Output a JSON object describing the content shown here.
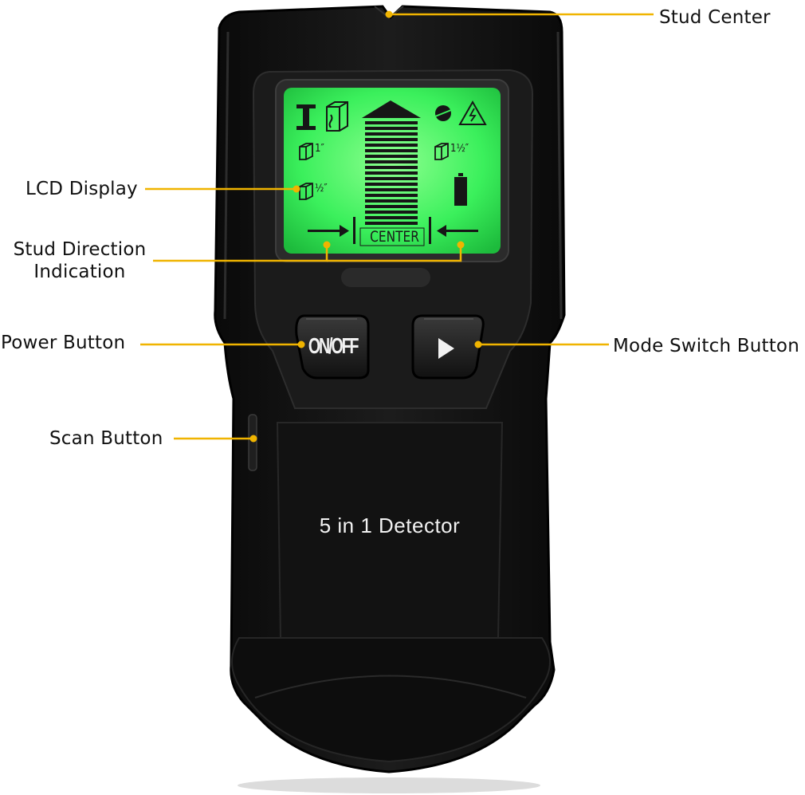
{
  "callouts": {
    "stud_center": "Stud Center",
    "lcd_display": "LCD Display",
    "stud_direction_line1": "Stud Direction",
    "stud_direction_line2": "Indication",
    "power_button": "Power Button",
    "mode_switch_button": "Mode Switch Button",
    "scan_button": "Scan Button"
  },
  "device": {
    "label": "5 in 1 Detector",
    "power_button_text": "ON/OFF",
    "mode_button_icon": "play-triangle-icon",
    "lcd": {
      "center_text": "CENTER",
      "depth_left_top": "1″",
      "depth_left_bottom": "½″",
      "depth_right": "1½″",
      "icons": [
        "metal-beam-icon",
        "wood-stud-icon",
        "ac-wire-icon",
        "live-voltage-warning-icon",
        "battery-icon",
        "left-arrow-icon",
        "right-arrow-icon"
      ]
    }
  },
  "colors": {
    "leader_line": "#f0b400",
    "lcd_green": "#38ef5a",
    "device_body": "#141414"
  }
}
